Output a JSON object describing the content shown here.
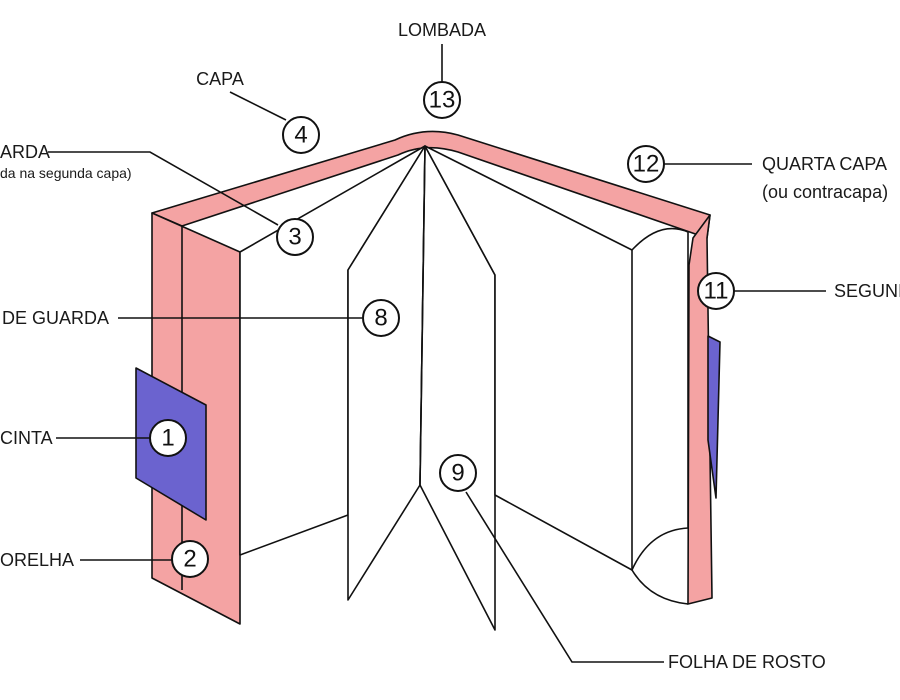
{
  "colors": {
    "cover": "#f4a3a3",
    "band": "#6b63cf",
    "paper": "#ffffff",
    "ink": "#111111"
  },
  "labels": {
    "lombada": "LOMBADA",
    "capa": "CAPA",
    "guarda": "ARDA",
    "guarda_note": "da na segunda capa)",
    "folha_guarda": "DE GUARDA",
    "cinta": "CINTA",
    "orelha": "ORELHA",
    "quarta_capa": "QUARTA CAPA",
    "quarta_capa_note": "(ou contracapa)",
    "segunda": "SEGUNI",
    "folha_rosto": "FOLHA DE ROSTO"
  },
  "callouts": {
    "n1": "1",
    "n2": "2",
    "n3": "3",
    "n4": "4",
    "n8": "8",
    "n9": "9",
    "n11": "11",
    "n12": "12",
    "n13": "13"
  }
}
